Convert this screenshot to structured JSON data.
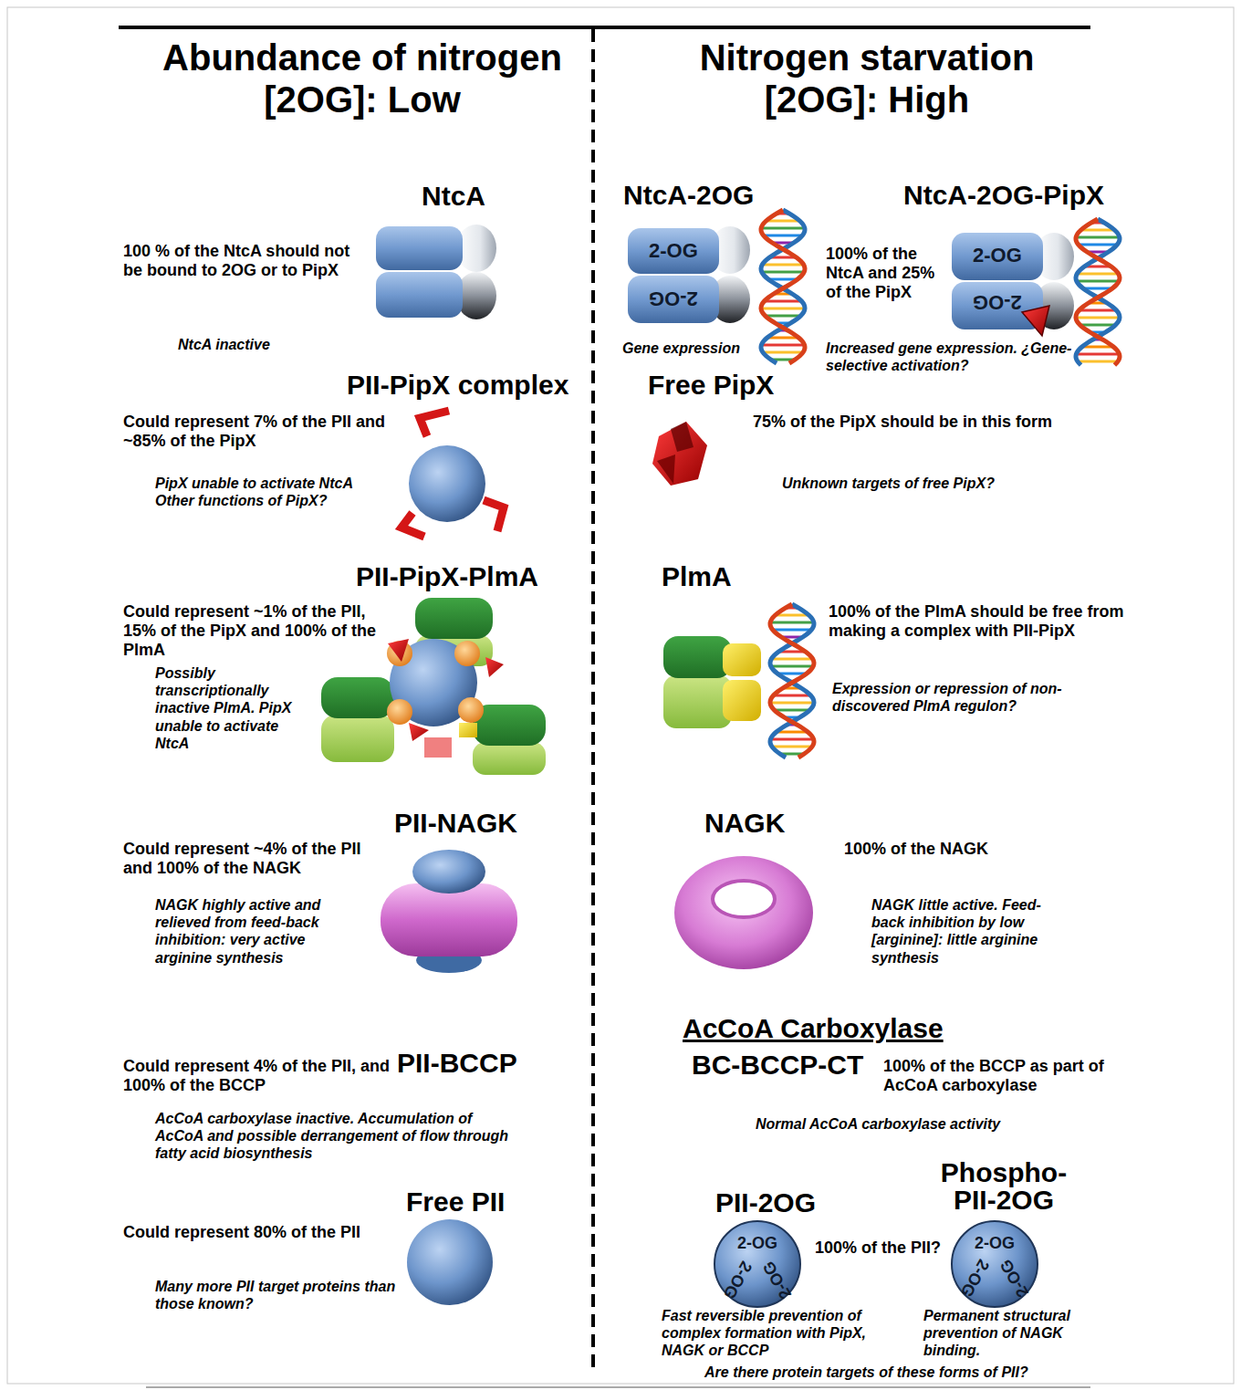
{
  "diagram": {
    "nodes": [
      {
        "text": [
          "NtcA-2OG",
          "2-OG",
          "2-OG"
        ]
      },
      {
        "text": [
          "NtcA-2OG-PipX",
          "2-OG",
          "2-OG"
        ]
      },
      {
        "text": [
          "PII-2OG",
          "2-OG",
          "2-OG",
          "2-OG"
        ]
      },
      {
        "text": [
          "Phospho- PII-2OG",
          "2-OG",
          "2-OG",
          "2-OG"
        ]
      }
    ],
    "labels": [
      "Abundance of nitrogen [2OG]: Low",
      "Nitrogen starvation [2OG]: High",
      "NtcA",
      "100 % of the NtcA should not be bound to 2OG or to PipX",
      "NtcA inactive",
      "PII-PipX complex",
      "Could represent 7% of the PII and ~85% of the PipX",
      "PipX unable to activate NtcA Other functions of PipX?",
      "PII-PipX-PlmA",
      "Could represent ~1% of the PII, 15% of the PipX and 100% of the PlmA",
      "Possibly transcriptionally inactive PlmA. PipX unable to activate NtcA",
      "PII-NAGK",
      "Could represent ~4% of the PII and 100% of the NAGK",
      "NAGK highly active and relieved from feed-back inhibition: very active arginine synthesis",
      "Could represent 4% of the PII, and 100% of the BCCP",
      "PII-BCCP",
      "AcCoA carboxylase inactive. Accumulation of AcCoA and possible derrangement of flow through fatty acid biosynthesis",
      "Could represent 80% of the PII",
      "Free PII",
      "Many more PII target proteins than those known?",
      "Gene expression",
      "100% of the NtcA and 25% of the PipX",
      "Increased gene expression. ¿Gene-selective activation?",
      "Free PipX",
      "75% of the PipX should be in this form",
      "Unknown targets of free PipX?",
      "PlmA",
      "100% of the PlmA should be free from making a complex with PII-PipX",
      "Expression or repression of non-discovered PlmA regulon?",
      "NAGK",
      "100% of the NAGK",
      "NAGK little active. Feed-back inhibition by low [arginine]: little arginine synthesis",
      "AcCoA Carboxylase",
      "BC-BCCP-CT",
      "100% of the BCCP as part of AcCoA carboxylase",
      "Normal AcCoA carboxylase activity",
      "100% of the PII?",
      "Fast reversible prevention of complex formation with PipX, NAGK or BCCP",
      "Permanent structural prevention of NAGK binding.",
      "Are there protein targets of these forms of PII?"
    ]
  }
}
